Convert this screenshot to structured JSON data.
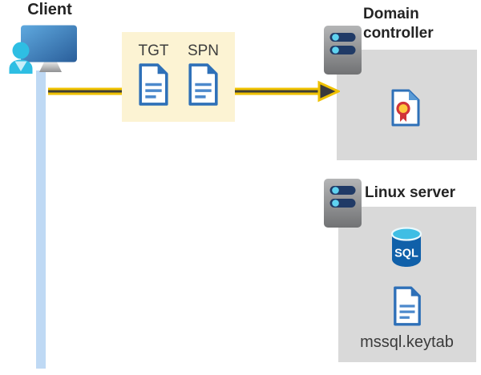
{
  "client": {
    "label": "Client"
  },
  "credentials_box": {
    "tgt_label": "TGT",
    "spn_label": "SPN"
  },
  "domain_controller": {
    "label": "Domain controller"
  },
  "linux_server": {
    "label": "Linux server",
    "sql_badge": "SQL",
    "keytab_label": "mssql.keytab"
  },
  "colors": {
    "highlight-yellow": "#FCF3D3",
    "panel-gray": "#D9D9D9",
    "arrow-yellow": "#EFC100",
    "arrow-dark": "#3E3E36",
    "doc-blue": "#2E70B8",
    "person-cyan": "#2EBEE3",
    "connector-blue": "#BFD9F4",
    "label-dark": "#242424"
  }
}
